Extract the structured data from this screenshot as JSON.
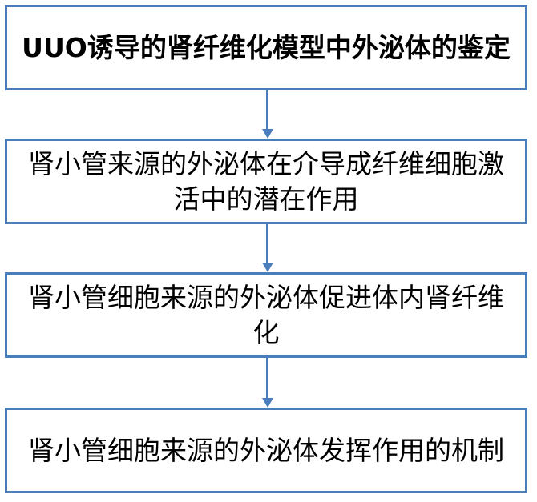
{
  "flowchart": {
    "steps": [
      {
        "label": "UUO诱导的肾纤维化模型中外泌体的鉴定"
      },
      {
        "label": "肾小管来源的外泌体在介导成纤维细胞激活中的潜在作用"
      },
      {
        "label": "肾小管细胞来源的外泌体促进体内肾纤维化"
      },
      {
        "label": "肾小管细胞来源的外泌体发挥作用的机制"
      }
    ],
    "colors": {
      "border": "#4a7ebb",
      "arrow": "#4a7ebb",
      "text": "#000000",
      "background": "#ffffff"
    }
  }
}
